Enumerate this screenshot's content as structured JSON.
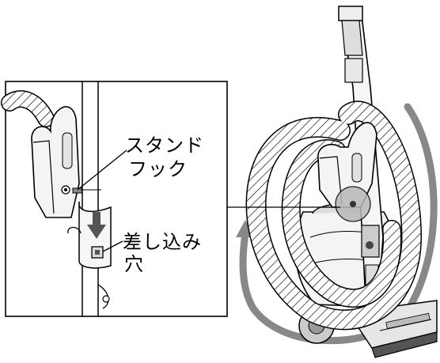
{
  "labels": {
    "stand_hook_line1": "スタンド",
    "stand_hook_line2": "フック",
    "insertion_hole_line1": "差し込み",
    "insertion_hole_line2": "穴"
  },
  "colors": {
    "background": "#ffffff",
    "line": "#000000",
    "arrow": "#808080",
    "light_gray": "#d8d8d8",
    "mid_gray": "#a0a0a0",
    "dark_gray": "#3a3a3a"
  },
  "icons": {
    "down_arrow": "down-arrow-icon",
    "rotation_arrow": "rotation-arrow-icon"
  }
}
